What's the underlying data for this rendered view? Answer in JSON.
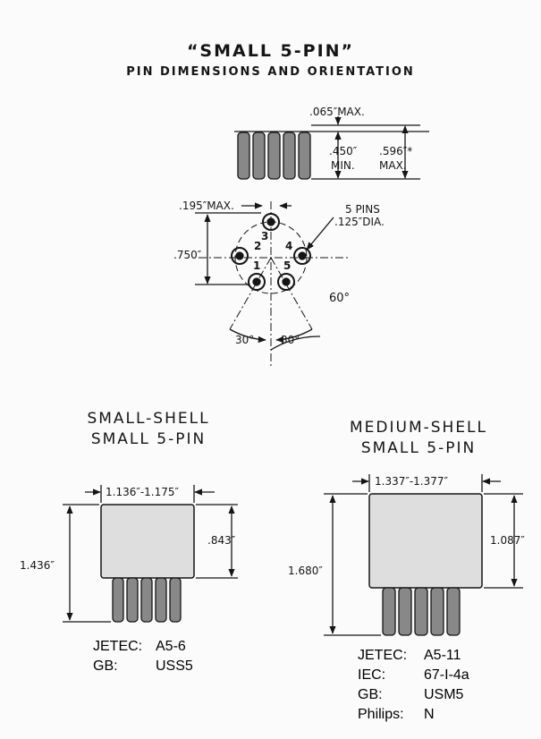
{
  "title": "“SMALL 5-PIN”",
  "subtitle": "PIN DIMENSIONS AND ORIENTATION",
  "pin_view": {
    "dim_065": ".065″MAX.",
    "dim_450": ".450″",
    "dim_min": "MIN.",
    "dim_596": ".596″*",
    "dim_max": "MAX."
  },
  "base_view": {
    "dim_195": ".195″MAX.",
    "pins_label": "5 PINS",
    "pins_dia": ".125″DIA.",
    "dim_750": ".750″",
    "angle_60": "60°",
    "angle_30_left": "30°",
    "angle_30_right": "30°",
    "pin_numbers": [
      "1",
      "2",
      "3",
      "4",
      "5"
    ]
  },
  "small_shell": {
    "heading_line1": "SMALL-SHELL",
    "heading_line2": "SMALL 5-PIN",
    "width": "1.136″-1.175″",
    "body_height": ".843″",
    "total_height": "1.436″",
    "codes": [
      {
        "label": "JETEC:",
        "value": "A5-6"
      },
      {
        "label": "GB:",
        "value": "USS5"
      }
    ]
  },
  "medium_shell": {
    "heading_line1": "MEDIUM-SHELL",
    "heading_line2": "SMALL 5-PIN",
    "width": "1.337″-1.377″",
    "body_height": "1.087″",
    "total_height": "1.680″",
    "codes": [
      {
        "label": "JETEC:",
        "value": "A5-11"
      },
      {
        "label": "IEC:",
        "value": "67-I-4a"
      },
      {
        "label": "GB:",
        "value": "USM5"
      },
      {
        "label": "Philips:",
        "value": "N"
      }
    ]
  }
}
